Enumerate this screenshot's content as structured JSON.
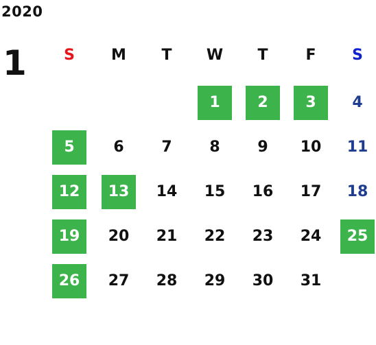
{
  "year": "2020",
  "month": "1",
  "colors": {
    "sunday": "#e8141b",
    "saturday": "#1122cc",
    "saturday_day": "#1f3d8f",
    "holiday_bg": "#3cb44b",
    "holiday_fg": "#ffffff",
    "default": "#111111"
  },
  "weekdays": [
    "S",
    "M",
    "T",
    "W",
    "T",
    "F",
    "S"
  ],
  "weeks": [
    [
      null,
      null,
      null,
      {
        "label": "1",
        "holiday": true
      },
      {
        "label": "2",
        "holiday": true
      },
      {
        "label": "3",
        "holiday": true
      },
      {
        "label": "4",
        "holiday": false
      }
    ],
    [
      {
        "label": "5",
        "holiday": true
      },
      {
        "label": "6",
        "holiday": false
      },
      {
        "label": "7",
        "holiday": false
      },
      {
        "label": "8",
        "holiday": false
      },
      {
        "label": "9",
        "holiday": false
      },
      {
        "label": "10",
        "holiday": false
      },
      {
        "label": "11",
        "holiday": false
      }
    ],
    [
      {
        "label": "12",
        "holiday": true
      },
      {
        "label": "13",
        "holiday": true
      },
      {
        "label": "14",
        "holiday": false
      },
      {
        "label": "15",
        "holiday": false
      },
      {
        "label": "16",
        "holiday": false
      },
      {
        "label": "17",
        "holiday": false
      },
      {
        "label": "18",
        "holiday": false
      }
    ],
    [
      {
        "label": "19",
        "holiday": true
      },
      {
        "label": "20",
        "holiday": false
      },
      {
        "label": "21",
        "holiday": false
      },
      {
        "label": "22",
        "holiday": false
      },
      {
        "label": "23",
        "holiday": false
      },
      {
        "label": "24",
        "holiday": false
      },
      {
        "label": "25",
        "holiday": true
      }
    ],
    [
      {
        "label": "26",
        "holiday": true
      },
      {
        "label": "27",
        "holiday": false
      },
      {
        "label": "28",
        "holiday": false
      },
      {
        "label": "29",
        "holiday": false
      },
      {
        "label": "30",
        "holiday": false
      },
      {
        "label": "31",
        "holiday": false
      },
      null
    ]
  ]
}
